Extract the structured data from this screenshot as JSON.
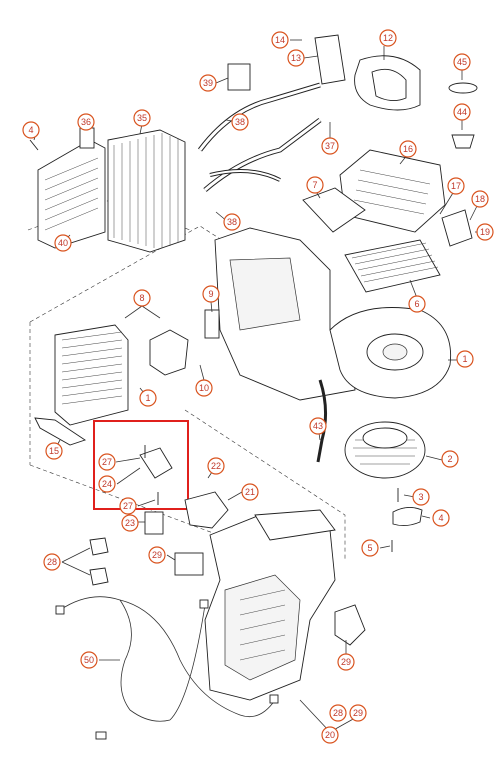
{
  "callouts": {
    "c1": "1",
    "c2": "2",
    "c3": "3",
    "c4a": "4",
    "c4b": "4",
    "c5": "5",
    "c6": "6",
    "c7": "7",
    "c8": "8",
    "c9": "9",
    "c10": "10",
    "c11": "1",
    "c12": "12",
    "c13": "13",
    "c14": "14",
    "c15": "15",
    "c16": "16",
    "c17": "17",
    "c18": "18",
    "c19": "19",
    "c20": "20",
    "c21": "21",
    "c22": "22",
    "c23": "23",
    "c24": "24",
    "c27a": "27",
    "c27b": "27",
    "c28a": "28",
    "c28b": "28",
    "c29a": "29",
    "c29b": "29",
    "c29c": "29",
    "c35": "35",
    "c36": "36",
    "c37": "37",
    "c38a": "38",
    "c38b": "38",
    "c39": "39",
    "c40": "40",
    "c43": "43",
    "c44": "44",
    "c45": "45",
    "c50": "50"
  },
  "colors": {
    "callout": "#d9531e",
    "highlight": "#e0201c",
    "line": "#222222"
  }
}
